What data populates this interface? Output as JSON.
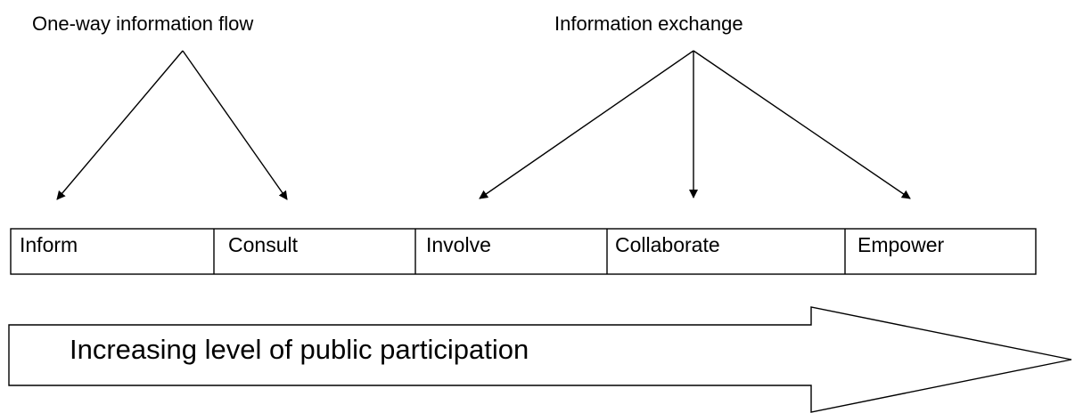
{
  "headings": {
    "one_way": "One-way information flow",
    "exchange": "Information exchange"
  },
  "spectrum": [
    {
      "label": "Inform"
    },
    {
      "label": "Consult"
    },
    {
      "label": "Involve"
    },
    {
      "label": "Collaborate"
    },
    {
      "label": "Empower"
    }
  ],
  "big_arrow": {
    "label": "Increasing level of public participation"
  },
  "colors": {
    "line": "#000000",
    "background": "#ffffff"
  }
}
